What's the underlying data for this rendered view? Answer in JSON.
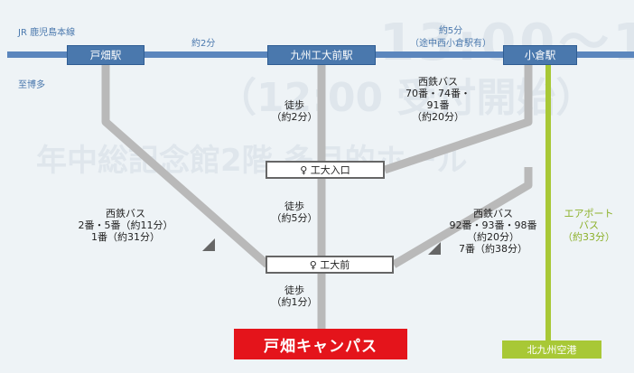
{
  "line_name": "JR 鹿児島本線",
  "direction": "至博多",
  "stations": {
    "tobata": "戸畑駅",
    "kyukodai": "九州工大前駅",
    "kokura": "小倉駅"
  },
  "segments": {
    "tobata_kyukodai": "約2分",
    "kyukodai_kokura_time": "約5分",
    "kyukodai_kokura_note": "（途中西小倉駅有）"
  },
  "stops": {
    "entrance": "♀ 工大入口",
    "mae": "♀ 工大前"
  },
  "routes": {
    "walk1": [
      "徒歩",
      "（約2分）"
    ],
    "walk2": [
      "徒歩",
      "（約5分）"
    ],
    "walk3": [
      "徒歩",
      "（約1分）"
    ],
    "bus_left": [
      "西鉄バス",
      "2番・5番（約11分）",
      "1番（約31分）"
    ],
    "bus_kokura_top": [
      "西鉄バス",
      "70番・74番・",
      "91番",
      "（約20分）"
    ],
    "bus_kokura_bottom": [
      "西鉄バス",
      "92番・93番・98番",
      "（約20分）",
      "7番（約38分）"
    ],
    "airport_bus": [
      "エアポート",
      "バス",
      "（約33分）"
    ]
  },
  "campus": "戸畑キャンパス",
  "airport": "北九州空港",
  "colors": {
    "station_blue": "#4a78ad",
    "rail_blue": "#5b86bd",
    "road_gray": "#b9b9b9",
    "campus_red": "#e4141b",
    "airport_green": "#a8c836"
  }
}
